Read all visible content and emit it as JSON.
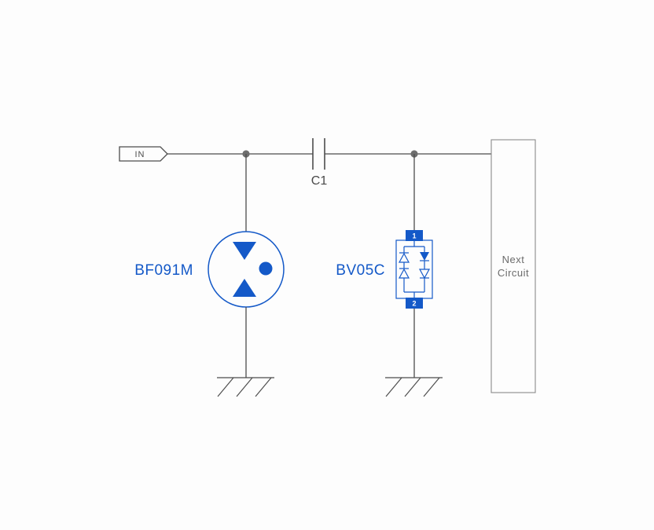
{
  "labels": {
    "input": "IN",
    "capacitor": "C1",
    "gdt": "BF091M",
    "tvs": "BV05C",
    "tvs_pin_top": "1",
    "tvs_pin_bottom": "2",
    "next_circuit_line1": "Next",
    "next_circuit_line2": "Circuit"
  },
  "colors": {
    "accent_blue": "#1459c8",
    "wire": "#4d4d4d",
    "text_gray": "#6b6b6b",
    "junction": "#6e6e6e"
  }
}
